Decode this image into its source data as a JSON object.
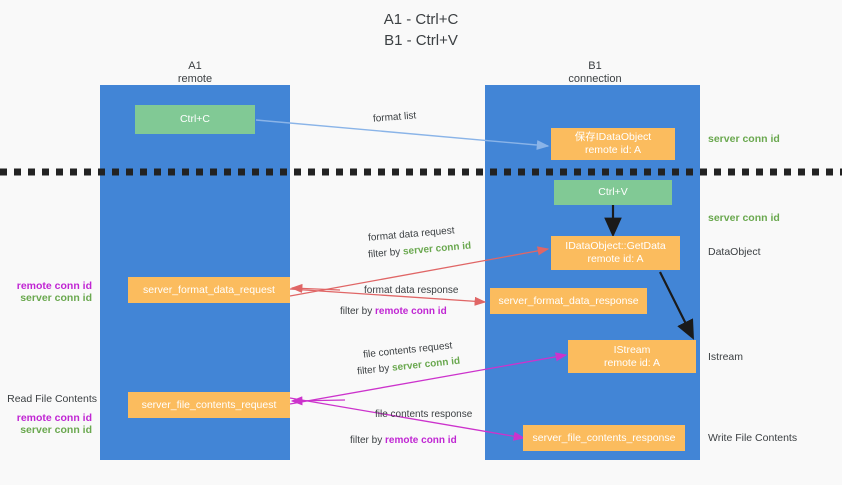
{
  "title": "A1 - Ctrl+C\nB1 - Ctrl+V",
  "columns": [
    {
      "id": "a1",
      "heading": "A1\nremote"
    },
    {
      "id": "b1",
      "heading": "B1\nconnection"
    }
  ],
  "boxes": {
    "ctrl_c": "Ctrl+C",
    "ctrl_v": "Ctrl+V",
    "save_dataobject": "保存IDataObject\nremote id: A",
    "getdata": "IDataObject::GetData\nremote id: A",
    "istream": "IStream\nremote id: A",
    "server_format_data_request": "server_format_data_request",
    "server_format_data_response": "server_format_data_response",
    "server_file_contents_request": "server_file_contents_request",
    "server_file_contents_response": "server_file_contents_response"
  },
  "right_labels": {
    "server_conn_id_top": "server conn id",
    "server_conn_id_second": "server conn id",
    "dataobject": "DataObject",
    "istream": "Istream",
    "write_file_contents": "Write File Contents"
  },
  "left_labels": {
    "remote_conn_id_1": "remote conn id",
    "server_conn_id_1": "server conn id",
    "read_file_contents": "Read File Contents",
    "remote_conn_id_2": "remote conn id",
    "server_conn_id_2": "server conn id"
  },
  "arrow_labels": {
    "format_list": "format list",
    "format_data_request": "format data request",
    "format_data_request_filter_prefix": "filter by ",
    "format_data_request_filter_value": "server conn id",
    "format_data_response": "format data response",
    "format_data_response_filter_prefix": "filter by ",
    "format_data_response_filter_value": "remote conn id",
    "file_contents_request": "file contents request",
    "file_contents_request_filter_prefix": "filter by ",
    "file_contents_request_filter_value": "server conn id",
    "file_contents_response": "file contents response",
    "file_contents_response_filter_prefix": "filter by ",
    "file_contents_response_filter_value": "remote conn id"
  },
  "colors": {
    "column_blue": "#4285d6",
    "box_green": "#81c995",
    "box_orange": "#fbbc5e",
    "accent_green_text": "#6aa84f",
    "accent_purple_text": "#c026d3",
    "arrow_light_blue": "#8ab4e8",
    "arrow_red": "#e06666",
    "arrow_magenta": "#cc33cc",
    "arrow_black": "#1a1a1a",
    "background": "#f9f9f9"
  }
}
